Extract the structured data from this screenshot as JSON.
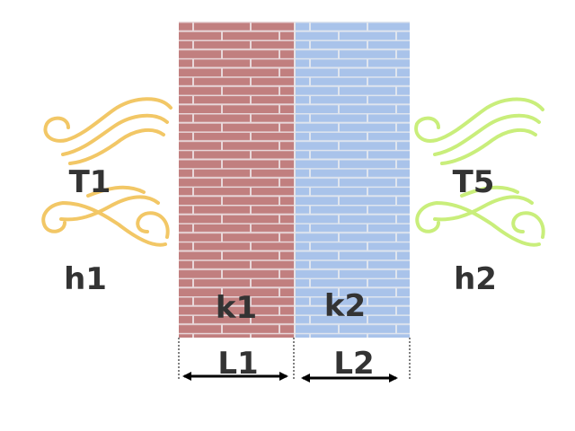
{
  "labels": {
    "left_temperature": "T1",
    "left_coefficient": "h1",
    "right_temperature": "T5",
    "right_coefficient": "h2",
    "wall1_conductivity": "k1",
    "wall2_conductivity": "k2",
    "wall1_thickness": "L1",
    "wall2_thickness": "L2"
  },
  "colors": {
    "wall1_brick": "#c17f7f",
    "wall2_brick": "#a9c3ea",
    "mortar": "#e8e4e6",
    "left_fluid": "#f2c766",
    "right_fluid": "#c9ee7b",
    "text": "#333333",
    "dimension": "#000000"
  }
}
